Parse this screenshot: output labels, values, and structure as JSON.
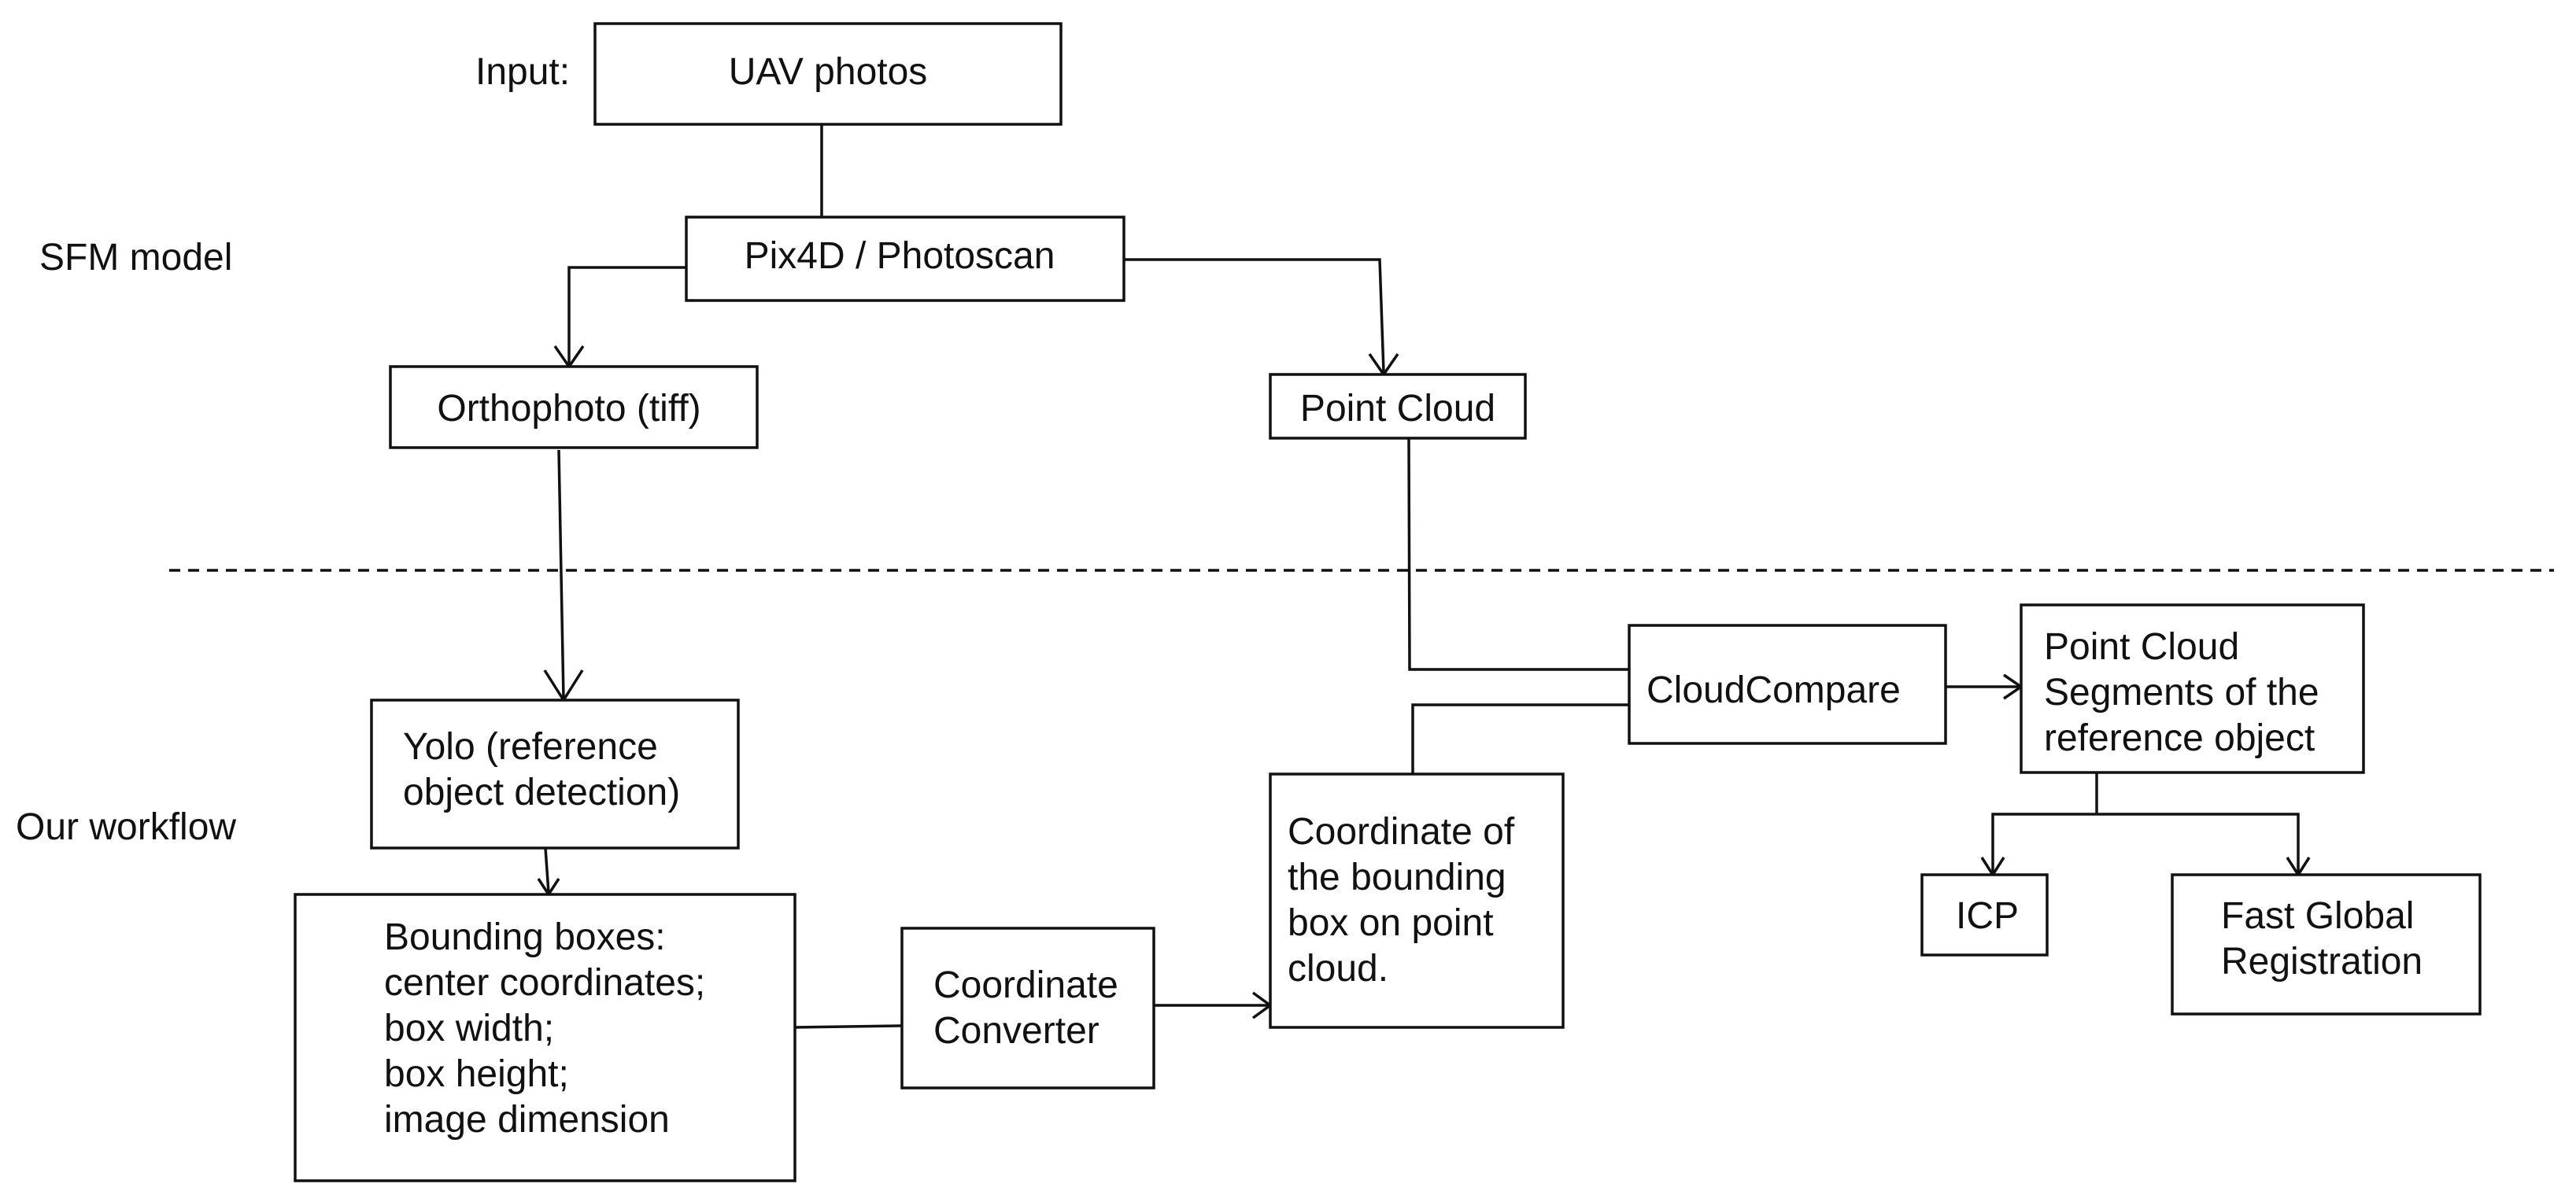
{
  "side_labels": {
    "input": "Input:",
    "sfm_model": "SFM model",
    "our_workflow": "Our workflow"
  },
  "nodes": {
    "uav_photos": [
      "UAV photos"
    ],
    "pix4d": [
      "Pix4D / Photoscan"
    ],
    "orthophoto": [
      "Orthophoto (tiff)"
    ],
    "point_cloud": [
      "Point Cloud"
    ],
    "yolo": [
      "Yolo (reference",
      "object detection)"
    ],
    "bounding_boxes": [
      "Bounding boxes:",
      "center coordinates;",
      "box width;",
      "box height;",
      "image dimension"
    ],
    "coordinate_converter": [
      "Coordinate",
      "Converter"
    ],
    "coordinate_bbox": [
      "Coordinate of",
      "the bounding",
      "box on point",
      "cloud."
    ],
    "cloudcompare": [
      "CloudCompare"
    ],
    "segments": [
      "Point Cloud",
      "Segments of the",
      "reference object"
    ],
    "icp": [
      "ICP"
    ],
    "fgr": [
      "Fast Global",
      "Registration"
    ]
  }
}
